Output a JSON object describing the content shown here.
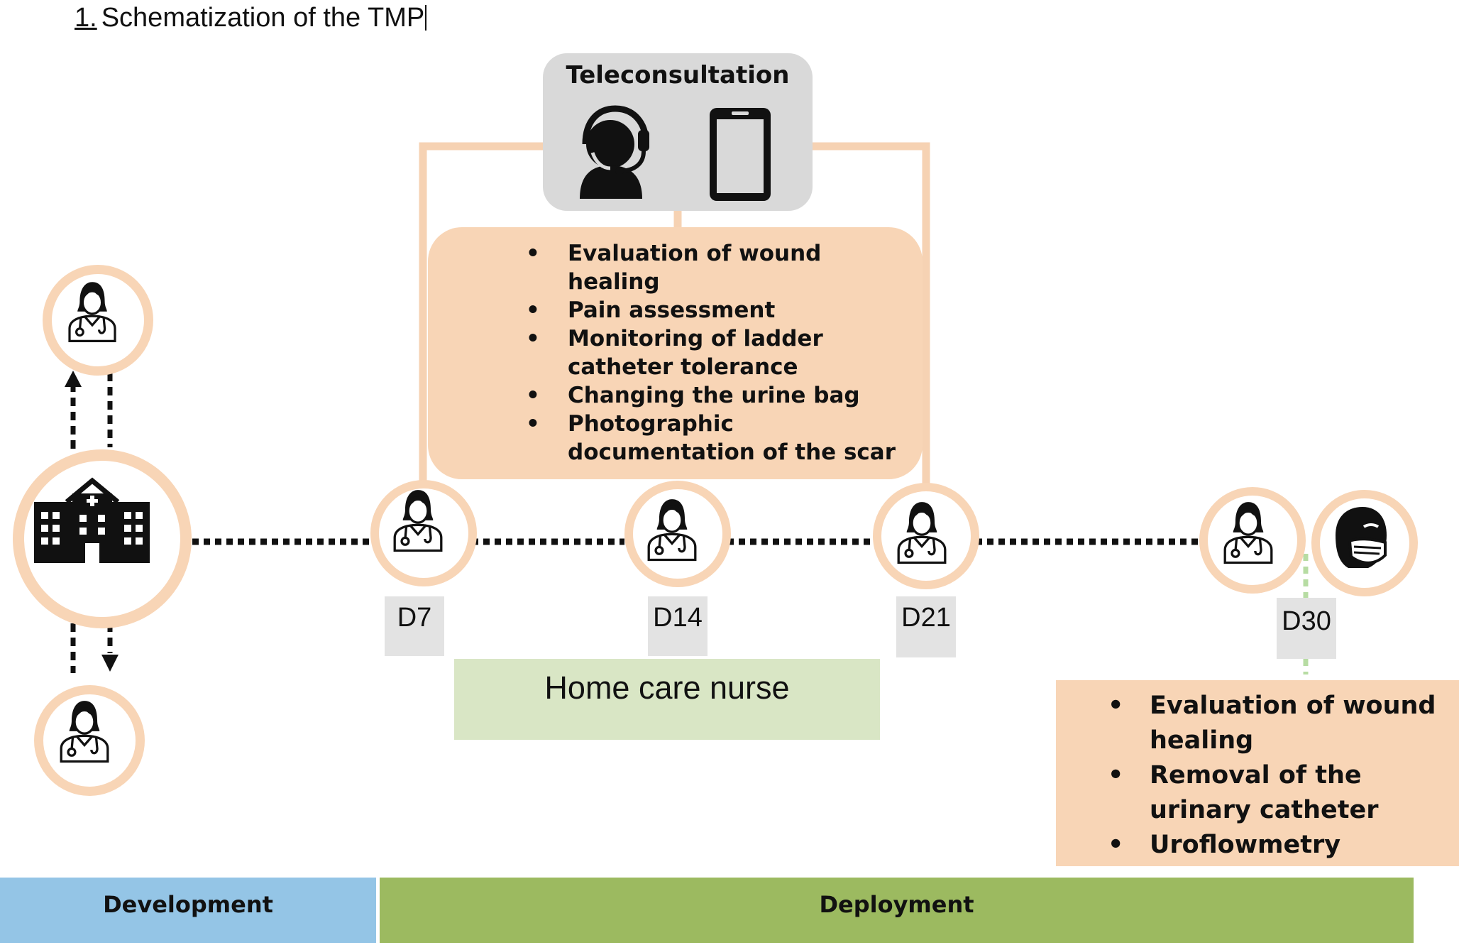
{
  "figure": {
    "number": "1.",
    "title": "Schematization of the TMP"
  },
  "teleconsultation": {
    "title": "Teleconsultation",
    "icons": [
      "headset-operator-icon",
      "smartphone-icon"
    ],
    "tasks": [
      "Evaluation of wound healing",
      "Pain assessment",
      "Monitoring of ladder catheter tolerance",
      "Changing the urine bag",
      "Photographic documentation of the scar"
    ]
  },
  "timeline": {
    "days": [
      "D7",
      "D14",
      "D21",
      "D30"
    ],
    "home_care_label": "Home care nurse"
  },
  "final_visit": {
    "tasks": [
      "Evaluation of wound healing",
      "Removal of the urinary catheter",
      "Uroflowmetry"
    ]
  },
  "phases": {
    "development": "Development",
    "deployment": "Deployment"
  },
  "colors": {
    "peach": "#f8d5b6",
    "peach_line": "#f6d2b3",
    "grey_box": "#d9d9d9",
    "day_tag": "#e3e3e3",
    "nurse_green": "#d9e6c5",
    "development_blue": "#94c5e6",
    "deployment_green": "#9cba60",
    "dotted_green": "#b7dca3"
  }
}
